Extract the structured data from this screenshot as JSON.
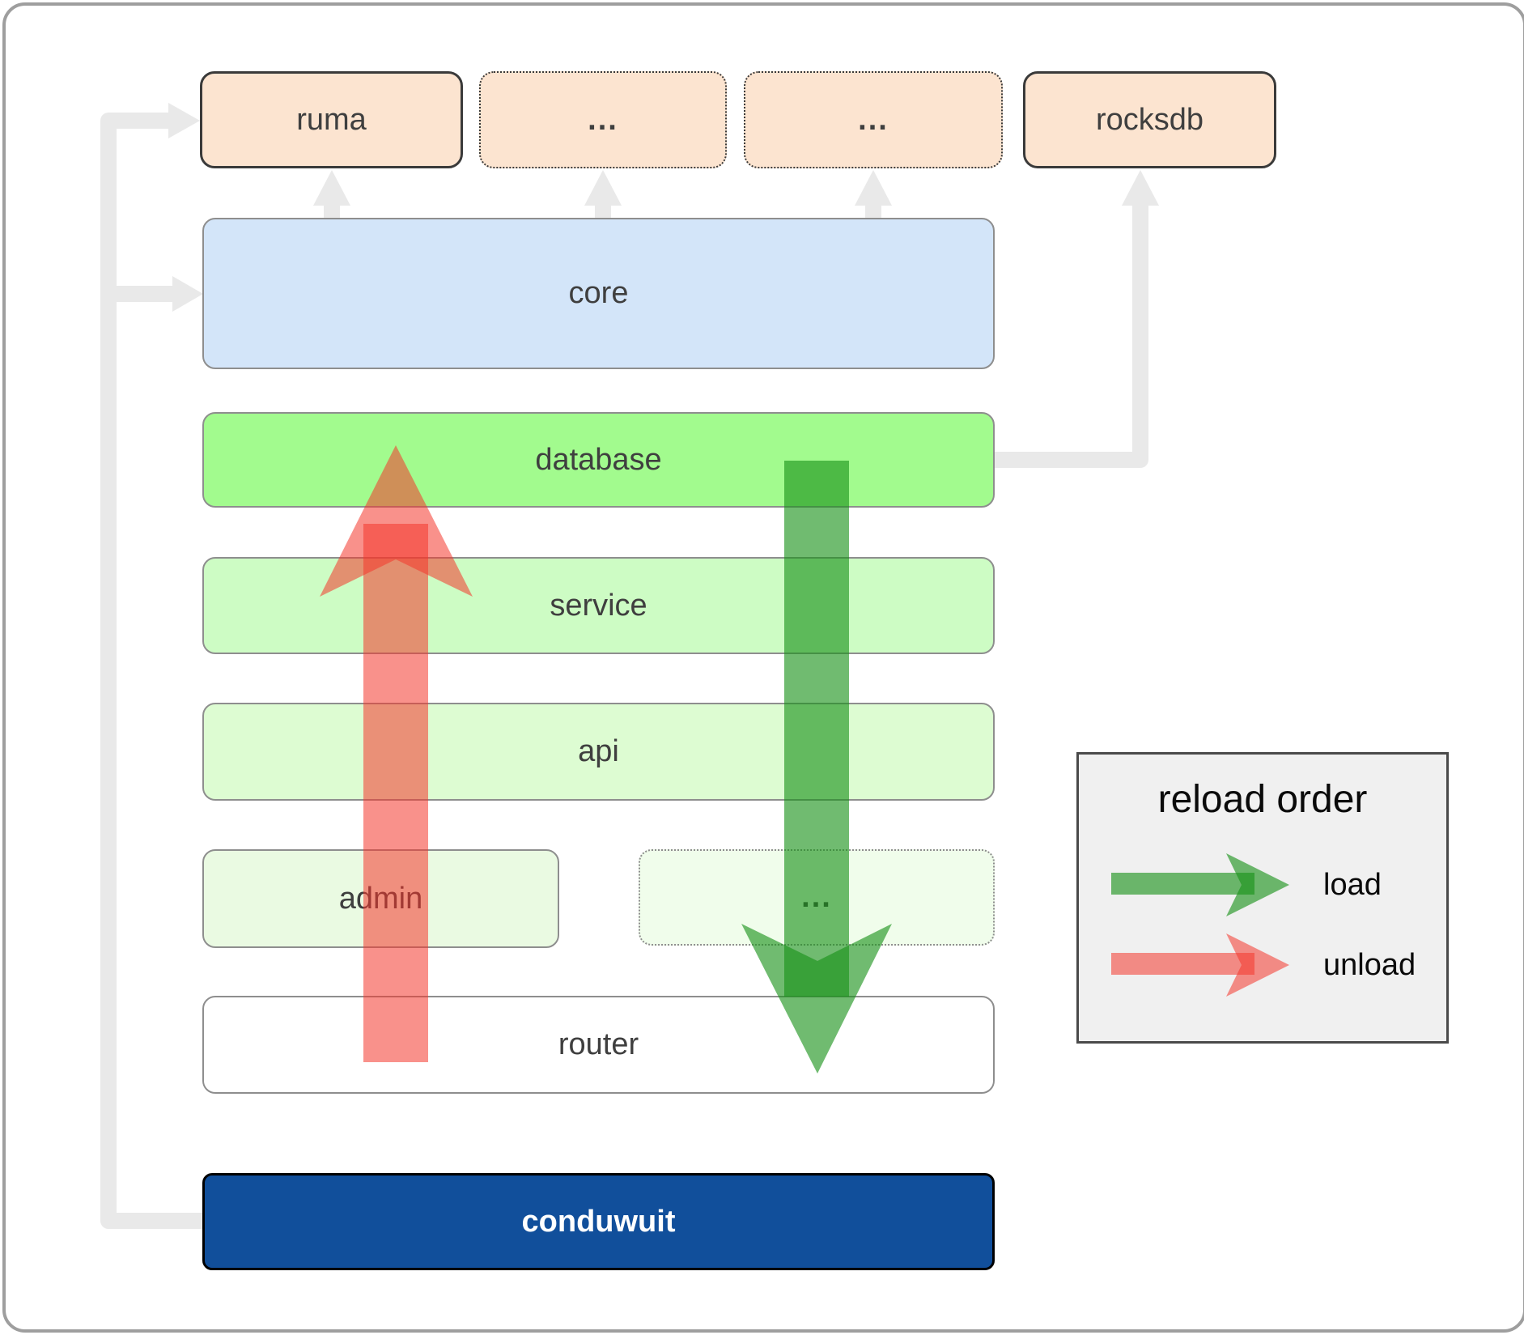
{
  "top_row": {
    "ruma": "ruma",
    "module_more_1": "...",
    "module_more_2": "...",
    "rocksdb": "rocksdb"
  },
  "layers": {
    "core": "core",
    "database": "database",
    "service": "service",
    "api": "api",
    "admin": "admin",
    "admin_more": "...",
    "router": "router",
    "conduwuit": "conduwuit"
  },
  "legend": {
    "title": "reload order",
    "load_label": "load",
    "unload_label": "unload"
  },
  "colors": {
    "load_arrow_green": "#199119",
    "unload_arrow_red": "#f4362b",
    "connector_gray": "#e9e9e9",
    "core_fill": "#d3e5f9",
    "database_fill": "#a2fb8e",
    "service_fill": "#cdfcc4",
    "api_fill": "#ddfcd2",
    "admin_fill": "#eafae2",
    "peach_fill": "#fce4d0",
    "conduwuit_fill": "#114f9b",
    "legend_bg": "#f0f0f0"
  }
}
